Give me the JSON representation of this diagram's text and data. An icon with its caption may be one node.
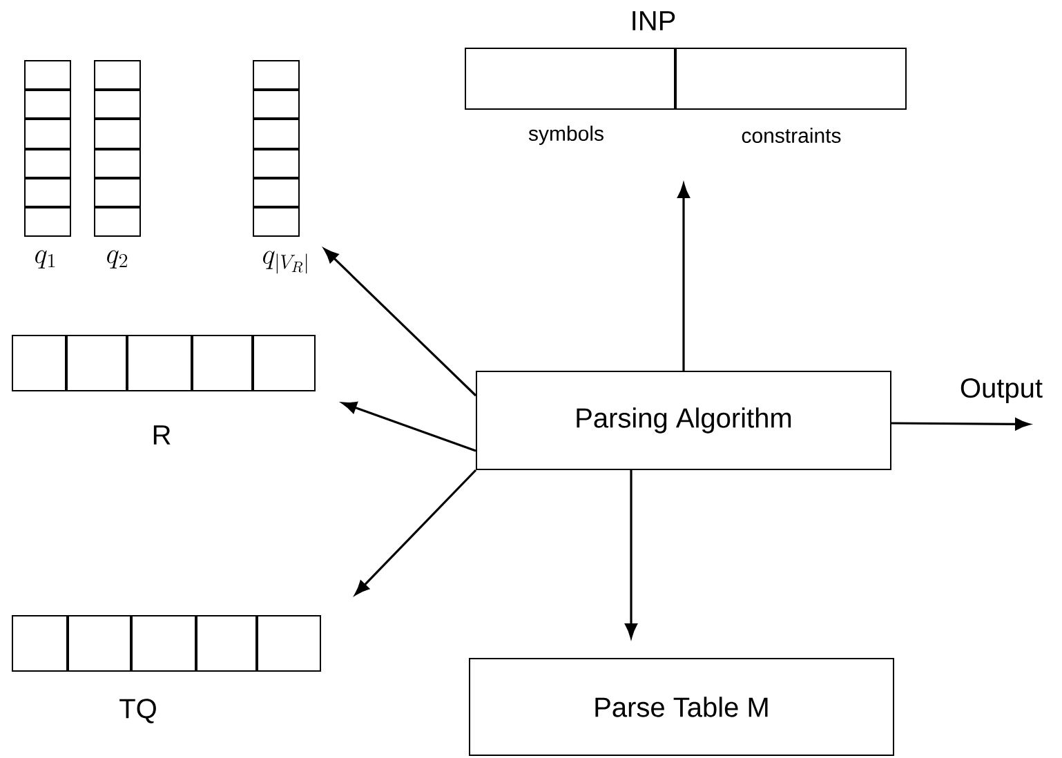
{
  "diagram": {
    "nodes": [
      {
        "text": [
          "Parsing Algorithm"
        ]
      },
      {
        "text": [
          "INP",
          "symbols",
          "constraints"
        ]
      },
      {
        "text": [
          "q_{1}"
        ]
      },
      {
        "text": [
          "q_{2}"
        ]
      },
      {
        "text": [
          "q_{|V_{R}|}"
        ]
      },
      {
        "text": [
          "R"
        ]
      },
      {
        "text": [
          "TQ"
        ]
      },
      {
        "text": [
          "Parse Table M"
        ]
      },
      {
        "text": [
          "Output"
        ]
      }
    ],
    "edges": [
      {
        "from": 0,
        "to": 4,
        "arrow": "to"
      },
      {
        "from": 0,
        "to": 5,
        "arrow": "to"
      },
      {
        "from": 0,
        "to": 6,
        "arrow": "to"
      },
      {
        "from": 0,
        "to": 1,
        "arrow": "to"
      },
      {
        "from": 0,
        "to": 7,
        "arrow": "to"
      },
      {
        "from": 0,
        "to": 8,
        "arrow": "to"
      }
    ]
  }
}
